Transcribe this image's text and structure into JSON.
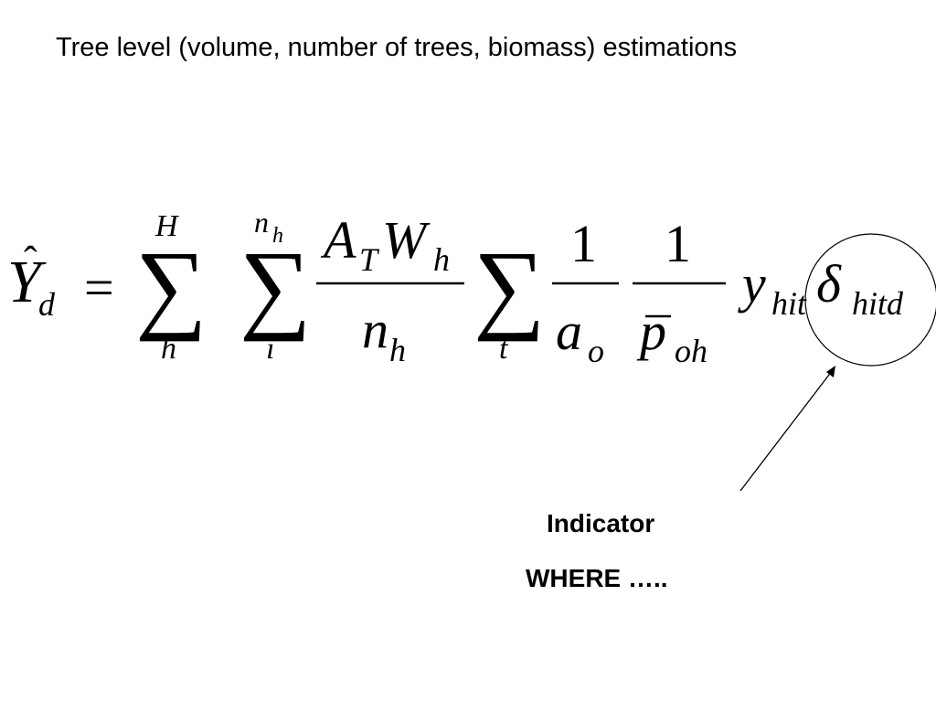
{
  "title": "Tree level (volume, number of trees, biomass) estimations",
  "formula": {
    "lhs_symbol": "Y",
    "lhs_hat": "ˆ",
    "lhs_sub": "d",
    "equals": "=",
    "sum_symbol": "∑",
    "sum1_upper": "H",
    "sum1_lower": "h",
    "sum2_upper_base": "n",
    "sum2_upper_sub": "h",
    "sum2_lower": "i",
    "frac1_num_A": "A",
    "frac1_num_A_sub": "T",
    "frac1_num_W": "W",
    "frac1_num_W_sub": "h",
    "frac1_den": "n",
    "frac1_den_sub": "h",
    "sum3_lower": "t",
    "frac2_num": "1",
    "frac2_den": "a",
    "frac2_den_sub": "o",
    "frac3_num": "1",
    "frac3_den": "p",
    "frac3_den_sub": "oh",
    "y_symbol": "y",
    "y_sub": "hit",
    "delta_symbol": "δ",
    "delta_sub": "hitd"
  },
  "annotation": {
    "label": "Indicator",
    "where_text": "WHERE ….."
  }
}
